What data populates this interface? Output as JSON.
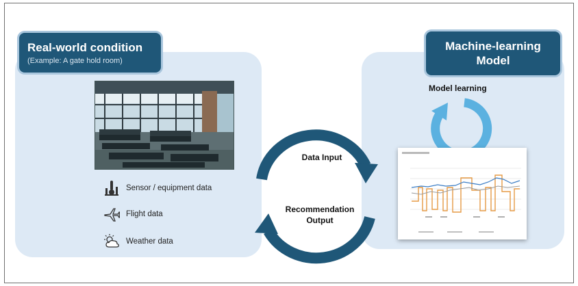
{
  "real_world": {
    "title": "Real-world condition",
    "subtitle": "(Example: A gate hold room)",
    "photo_icon": "gate-hold-room-photo",
    "data_items": [
      {
        "label": "Sensor / equipment data",
        "icon": "sensor-icon"
      },
      {
        "label": "Flight data",
        "icon": "airplane-icon"
      },
      {
        "label": "Weather data",
        "icon": "weather-icon"
      }
    ]
  },
  "cycle": {
    "top_label": "Data Input",
    "bottom_label": "Recommendation\nOutput",
    "color": "#1f5778"
  },
  "ml_model": {
    "title_line1": "Machine-learning",
    "title_line2": "Model",
    "learning_label": "Model learning",
    "learning_color": "#5bb1e0"
  },
  "colors": {
    "panel_bg": "#dde9f5",
    "title_bg": "#1f5778",
    "title_border": "#a9c6dd"
  }
}
